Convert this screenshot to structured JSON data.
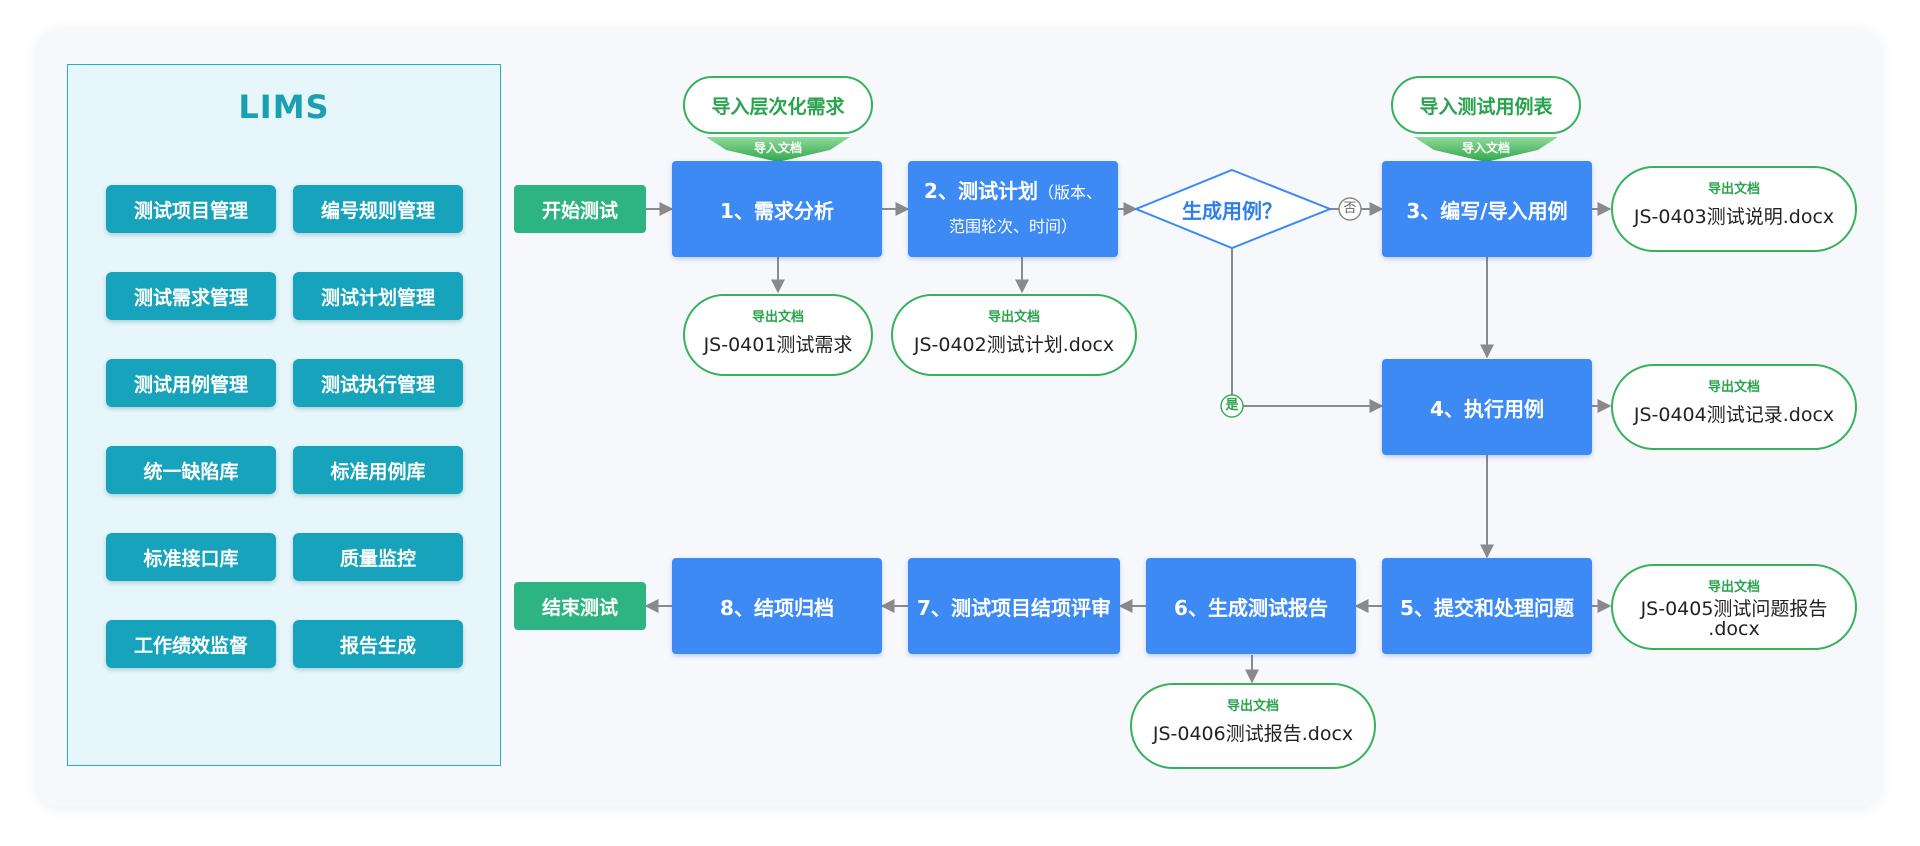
{
  "lims": {
    "title": "LIMS",
    "modules": [
      "测试项目管理",
      "编号规则管理",
      "测试需求管理",
      "测试计划管理",
      "测试用例管理",
      "测试执行管理",
      "统一缺陷库",
      "标准用例库",
      "标准接口库",
      "质量监控",
      "工作绩效监督",
      "报告生成"
    ]
  },
  "flow": {
    "start": "开始测试",
    "end": "结束测试",
    "step1": "1、需求分析",
    "step2_main": "2、测试计划",
    "step2_sub1": "（版本、",
    "step2_sub2": "范围轮次、时间）",
    "decision": "生成用例？",
    "no_label": "否",
    "yes_label": "是",
    "step3": "3、编写/导入用例",
    "step4": "4、执行用例",
    "step5": "5、提交和处理问题",
    "step6": "6、生成测试报告",
    "step7": "7、测试项目结项评审",
    "step8": "8、结项归档"
  },
  "imports": {
    "req_title": "导入层次化需求",
    "case_title": "导入测试用例表",
    "arrow_label": "导入文档"
  },
  "exports": {
    "caption": "导出文档",
    "doc0401": "JS-0401测试需求",
    "doc0402": "JS-0402测试计划.docx",
    "doc0403": "JS-0403测试说明.docx",
    "doc0404": "JS-0404测试记录.docx",
    "doc0405_line1": "JS-0405测试问题报告",
    "doc0405_line2": ".docx",
    "doc0406": "JS-0406测试报告.docx"
  },
  "colors": {
    "step_blue": "#3d8af5",
    "start_end_green": "#2eb482",
    "module_teal": "#16a3bb",
    "export_border_green": "#35b25a",
    "connector_gray": "#8a8a8a"
  }
}
